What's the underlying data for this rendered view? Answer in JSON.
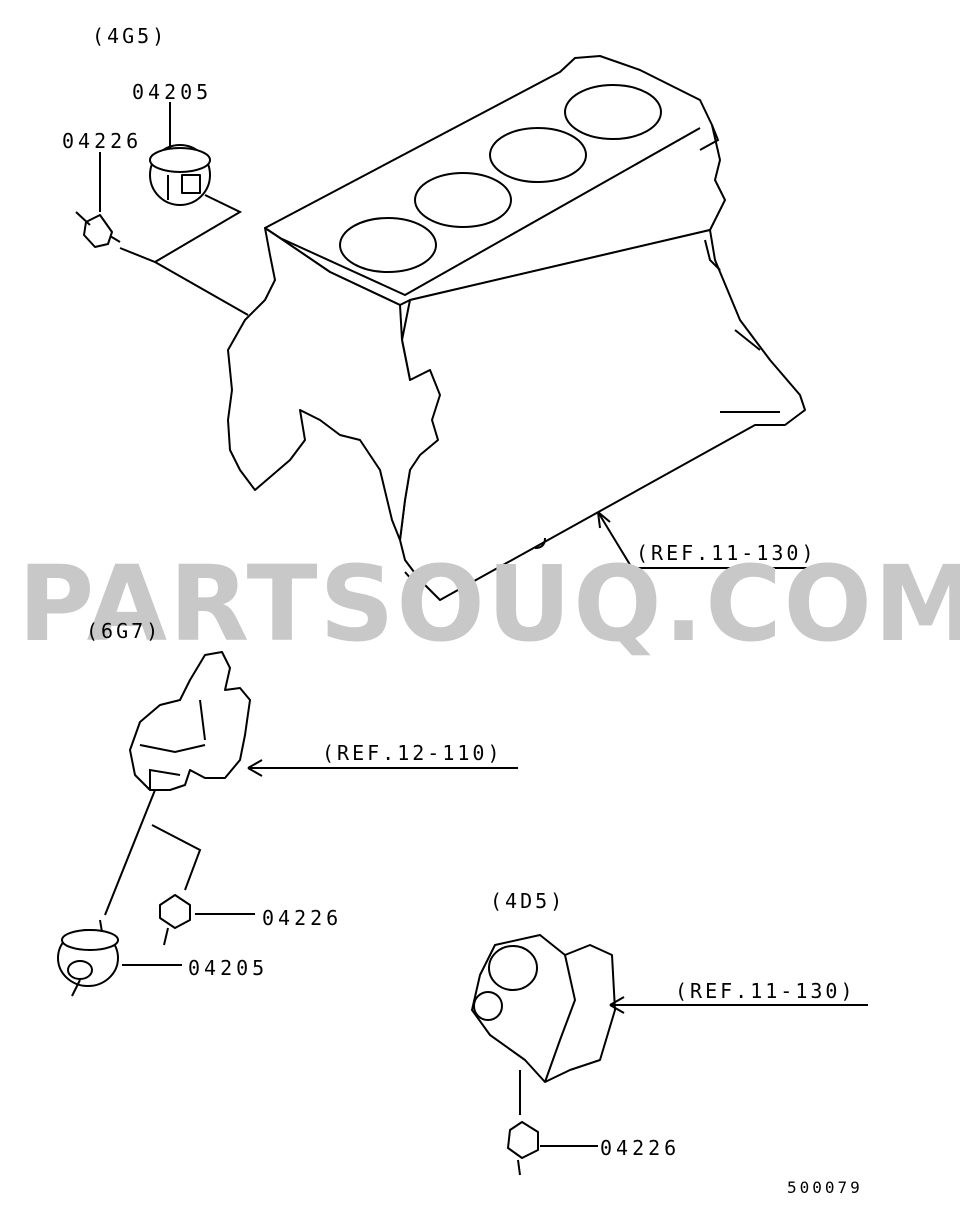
{
  "groups": {
    "g1": "(4G5)",
    "g2": "(6G7)",
    "g3": "(4D5)"
  },
  "parts": {
    "p1": "04205",
    "p2": "04226",
    "p3": "04226",
    "p4": "04205",
    "p5": "04226"
  },
  "refs": {
    "r1": "(REF.11-130)",
    "r2": "(REF.12-110)",
    "r3": "(REF.11-130)"
  },
  "diagram_id": "500079",
  "watermark": "PARTSOUQ.COM"
}
